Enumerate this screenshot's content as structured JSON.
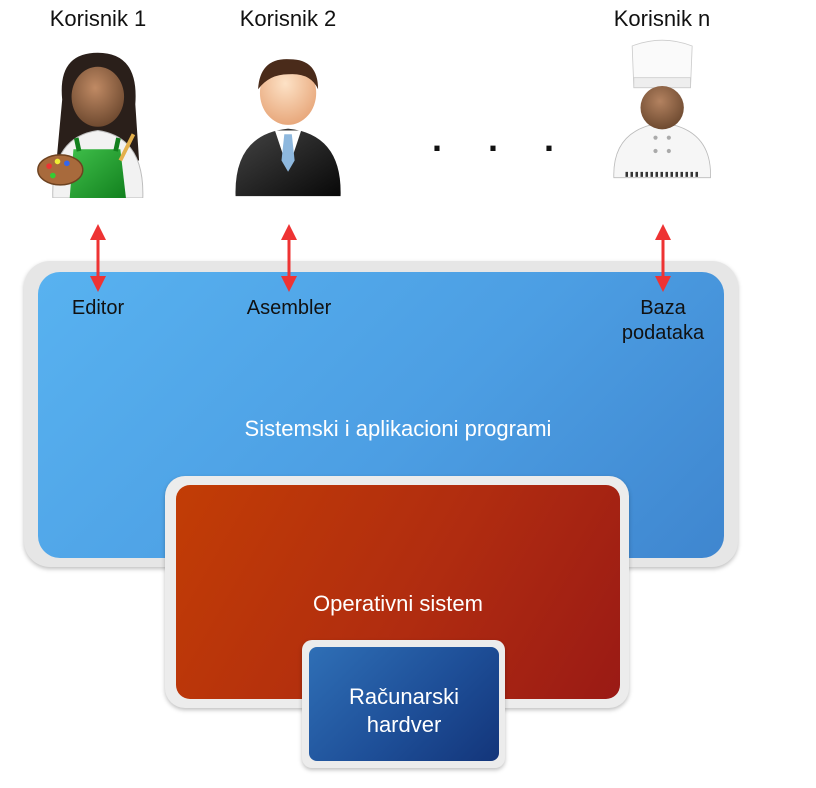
{
  "users": [
    {
      "label": "Korisnik 1",
      "icon": "painter-avatar-icon"
    },
    {
      "label": "Korisnik 2",
      "icon": "businessman-avatar-icon"
    },
    {
      "label": "Korisnik n",
      "icon": "chef-avatar-icon"
    }
  ],
  "ellipsis": ". . .",
  "applications": {
    "editor": "Editor",
    "assembler": "Asembler",
    "database_line1": "Baza",
    "database_line2": "podataka"
  },
  "layers": {
    "applications": "Sistemski i aplikacioni programi",
    "os": "Operativni sistem",
    "hardware_line1": "Računarski",
    "hardware_line2": "hardver"
  },
  "colors": {
    "applications_layer": "#4c9ee3",
    "os_layer": "#b02c10",
    "hardware_layer": "#1e4f98",
    "arrows": "#ee3333"
  }
}
